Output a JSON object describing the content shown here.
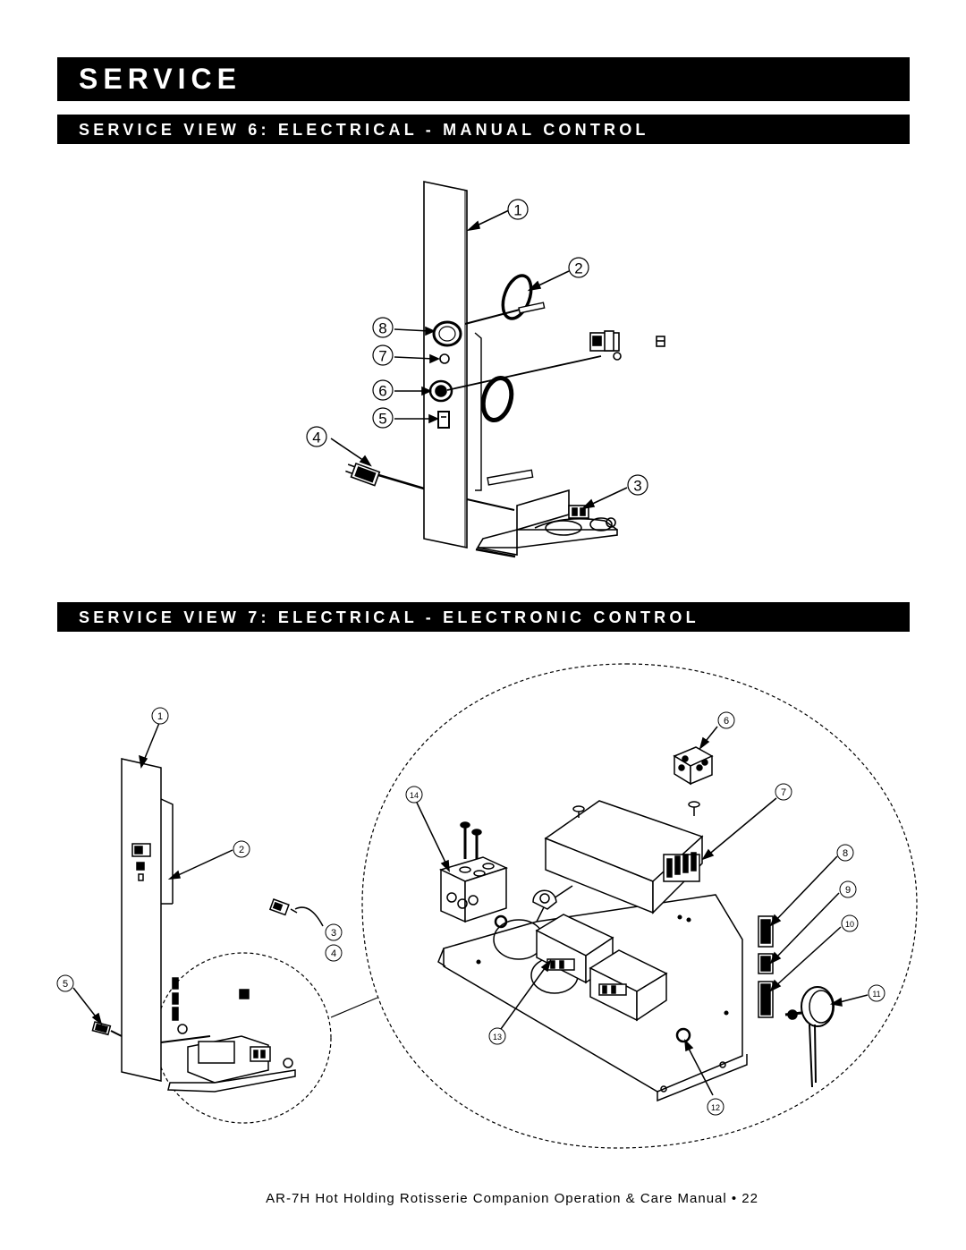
{
  "header": {
    "title": "SERVICE"
  },
  "view6": {
    "heading": "SERVICE VIEW 6: ELECTRICAL  - MANUAL CONTROL",
    "callouts": [
      "1",
      "2",
      "3",
      "4",
      "5",
      "6",
      "7",
      "8"
    ]
  },
  "view7": {
    "heading": "SERVICE VIEW 7: ELECTRICAL  - ELECTRONIC CONTROL",
    "callouts": [
      "1",
      "2",
      "3",
      "4",
      "5",
      "6",
      "7",
      "8",
      "9",
      "10",
      "11",
      "12",
      "13",
      "14"
    ]
  },
  "footer": {
    "text": "AR-7H Hot Holding Rotisserie Companion Operation & Care Manual • 22"
  }
}
